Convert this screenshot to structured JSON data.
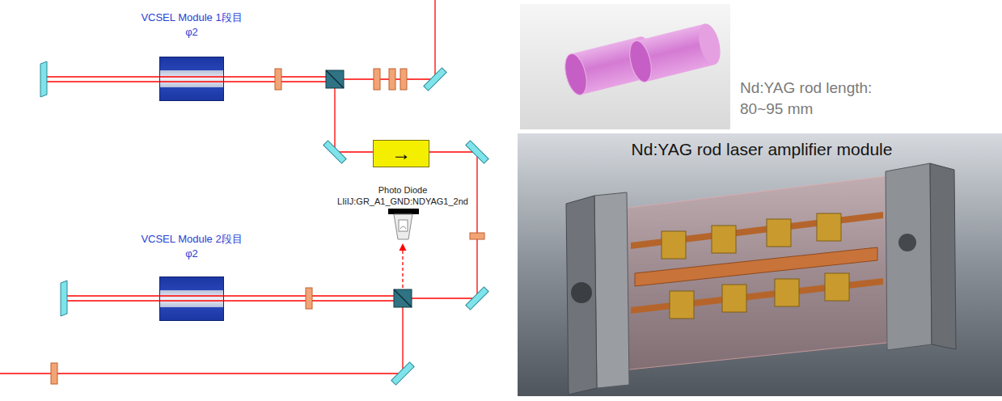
{
  "diagram": {
    "nodes": [
      {
        "text": [
          "VCSEL Module 1段目",
          "φ2"
        ]
      },
      {
        "text": [
          "→"
        ]
      },
      {
        "text": [
          "Photo Diode",
          "LIiIJ:GR_A1_GND:NDYAG1_2nd"
        ]
      },
      {
        "text": [
          "VCSEL Module 2段目",
          "φ2"
        ]
      },
      {
        "text": [
          "Nd:YAG rod laser amplifier module"
        ]
      }
    ],
    "labels": [
      "Nd:YAG rod length: 80~95 mm"
    ]
  }
}
